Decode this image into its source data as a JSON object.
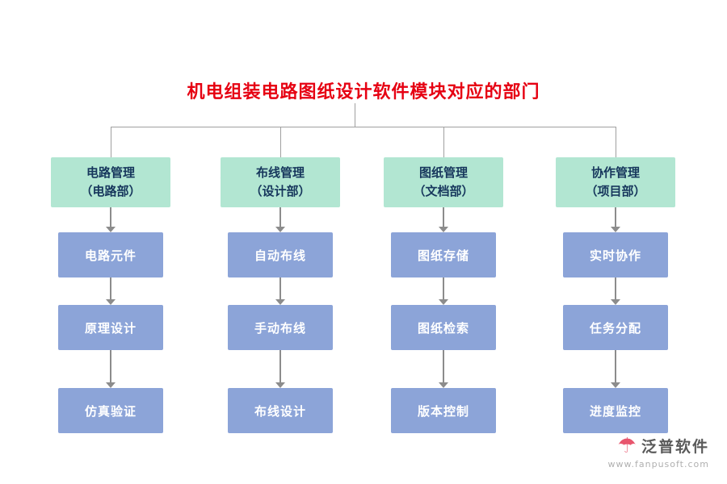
{
  "title": "机电组装电路图纸设计软件模块对应的部门",
  "watermark": "泛普软件",
  "columns": [
    {
      "header": {
        "line1": "电路管理",
        "line2": "（电路部）"
      },
      "items": [
        "电路元件",
        "原理设计",
        "仿真验证"
      ]
    },
    {
      "header": {
        "line1": "布线管理",
        "line2": "（设计部）"
      },
      "items": [
        "自动布线",
        "手动布线",
        "布线设计"
      ]
    },
    {
      "header": {
        "line1": "图纸管理",
        "line2": "（文档部）"
      },
      "items": [
        "图纸存储",
        "图纸检索",
        "版本控制"
      ]
    },
    {
      "header": {
        "line1": "协作管理",
        "line2": "（项目部）"
      },
      "items": [
        "实时协作",
        "任务分配",
        "进度监控"
      ]
    }
  ],
  "footer": {
    "brand": "泛普软件",
    "url": "www.fanpusoft.com",
    "umbrella_icon": "☂"
  },
  "colors": {
    "title": "#e60012",
    "header_bg": "#b2e6d2",
    "header_text": "#16365c",
    "item_bg": "#8ca4d8",
    "item_text": "#ffffff",
    "line": "#8c8c8c"
  }
}
